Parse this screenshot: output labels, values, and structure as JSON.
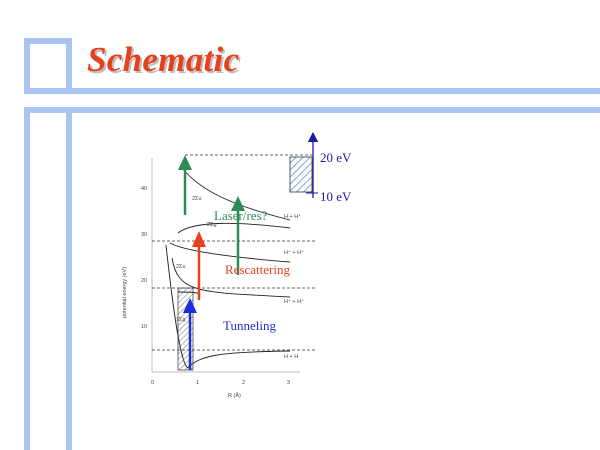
{
  "slide": {
    "title": "Schematic",
    "accent_color": "#e8401c",
    "frame_color": "#a9c4f0"
  },
  "diagram": {
    "energy_scale": {
      "top_label": "20 eV",
      "bottom_label": "10 eV",
      "color": "#1a1aa8"
    },
    "annotations": {
      "laser": "Laser/res?",
      "rescattering": "Rescattering",
      "tunneling": "Tunneling"
    },
    "arrow_colors": {
      "green": "#2e8b57",
      "red": "#e8401c",
      "blue": "#1a2fd8"
    },
    "plot": {
      "y_axis_label": "potential energy (eV)",
      "x_axis_label": "R (Å)",
      "y_ticks": [
        "40",
        "30",
        "20",
        "10"
      ],
      "x_ticks": [
        "0",
        "1",
        "2",
        "3"
      ],
      "curve_labels": [
        "2Σu",
        "H + H⁺",
        "2Σg",
        "H⁺ + H⁺",
        "2Σu",
        "H⁺ + H⁺",
        "1Σg",
        "H + H"
      ]
    }
  }
}
